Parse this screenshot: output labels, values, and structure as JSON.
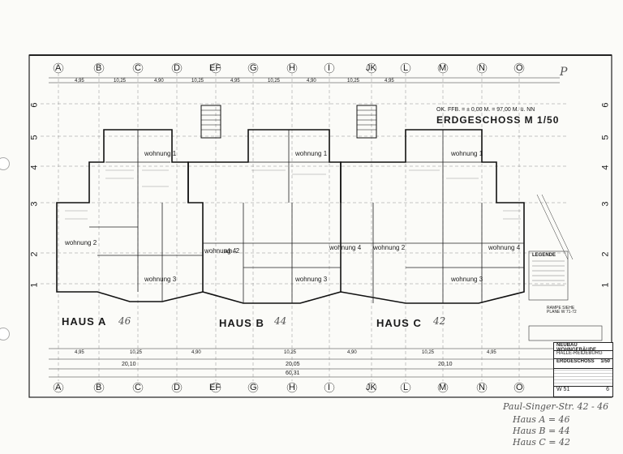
{
  "grid_letters": [
    "A",
    "B",
    "C",
    "D",
    "EF",
    "G",
    "H",
    "I",
    "JK",
    "L",
    "M",
    "N",
    "O"
  ],
  "row_numbers": [
    "6",
    "5",
    "4",
    "3",
    "2",
    "1"
  ],
  "top_dims": [
    "4,95",
    "10,25",
    "4,90",
    "10,25",
    "4,95",
    "10,25",
    "4,90",
    "10,25",
    "4,95"
  ],
  "bottom_dims": [
    "4,95",
    "10,25",
    "4,90",
    "10,25",
    "4,90",
    "10,25",
    "4,95"
  ],
  "totals": {
    "left": "20,10",
    "mid": "20,05",
    "right": "20,10",
    "overall": "60,31"
  },
  "heading": {
    "elevation": "OK. FFB. = ± 0,00 M. = 97,00 M. ü. NN",
    "plan_title": "ERDGESCHOSS M 1/50"
  },
  "rooms": {
    "w1": "wohnung 1",
    "w2": "wohnung 2",
    "w3": "wohnung 3",
    "w4": "wohnung 4",
    "w2s": "wh. 2"
  },
  "haus_labels": {
    "a": "HAUS A",
    "b": "HAUS B",
    "c": "HAUS C"
  },
  "haus_hand": {
    "a": "46",
    "b": "44",
    "c": "42"
  },
  "legend_title": "LEGENDE",
  "ramp_note": "RAMPE SIEHE PLANE W 71-72",
  "title_block": {
    "line1": "NEUBAU WOHNGEBÄUDE",
    "line2": "HALLE-REIDEBURG",
    "line3": "ERDGESCHOSS",
    "scale": "1/50",
    "sheet": "W 51",
    "index": "6"
  },
  "handwriting": {
    "top": "Paul-Singer-Str. 42 - 46",
    "a": "Haus A = 46",
    "b": "Haus B = 44",
    "c": "Haus C = 42"
  },
  "corner_mark": "P"
}
